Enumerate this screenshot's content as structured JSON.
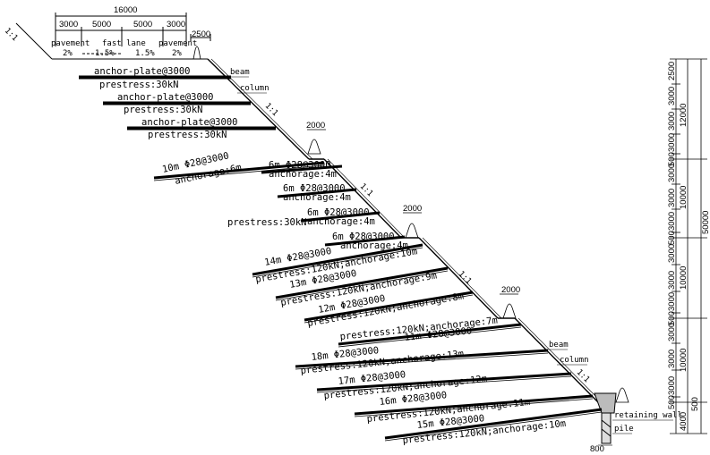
{
  "top_dims": {
    "total": "16000",
    "segments": [
      "3000",
      "5000",
      "5000",
      "3000"
    ],
    "right": "2500"
  },
  "road_labels": {
    "pavement_left": "pavement",
    "fast_lane": "fast lane",
    "pavement_right": "pavement",
    "slopes": [
      "2%",
      "1.5%",
      "1.5%",
      "2%"
    ]
  },
  "slope_labels": [
    "1:1",
    "1:1",
    "1:1",
    "1:1",
    "1:1"
  ],
  "structure_labels": {
    "beam_top": "beam",
    "column_top": "column",
    "beam_bottom": "beam",
    "column_bottom": "column",
    "retaining_wall": "retaining wall",
    "pile": "pile",
    "pile_width": "800"
  },
  "berm_widths": [
    "2000",
    "2000",
    "2000"
  ],
  "upper_anchors": [
    {
      "label": "anchor-plate@3000",
      "prestress": "prestress:30kN"
    },
    {
      "label": "anchor-plate@3000",
      "prestress": "prestress:30kN"
    },
    {
      "label": "anchor-plate@3000",
      "prestress": "prestress:30kN"
    }
  ],
  "nail_10m": {
    "label": "10m Φ28@3000",
    "anchorage": "anchorage:6m"
  },
  "short_nails": [
    {
      "label": "6m Φ28@3000",
      "anchorage": "anchorage:4m"
    },
    {
      "label": "6m Φ28@3000",
      "anchorage": "anchorage:4m"
    },
    {
      "label": "6m Φ28@3000",
      "anchorage": "anchorage:4m"
    },
    {
      "label": "6m Φ28@3000",
      "anchorage": "anchorage:4m"
    }
  ],
  "prestress_mid": "prestress:30kN",
  "long_anchors": [
    {
      "label": "14m Φ28@3000",
      "detail": "prestress:120kN;anchorage:10m"
    },
    {
      "label": "13m Φ28@3000",
      "detail": "prestress:120kN;anchorage:9m"
    },
    {
      "label": "12m Φ28@3000",
      "detail": "prestress:120kN;anchorage:8m"
    },
    {
      "label": "11m Φ28@3000",
      "detail": "prestress:120kN;anchorage:7m"
    },
    {
      "label": "18m Φ28@3000",
      "detail": "prestress:120kN;anchorage:13m"
    },
    {
      "label": "17m Φ28@3000",
      "detail": "prestress:120kN;anchorage:12m"
    },
    {
      "label": "16m Φ28@3000",
      "detail": "prestress:120kN;anchorage:11m"
    },
    {
      "label": "15m Φ28@3000",
      "detail": "prestress:120kN;anchorage:10m"
    }
  ],
  "right_dims": [
    "2500",
    "3000",
    "3000",
    "12000",
    "3000",
    "500",
    "3000",
    "3000",
    "10000",
    "3000",
    "500",
    "3000",
    "3000",
    "10000",
    "3000",
    "500",
    "3000",
    "3000",
    "10000",
    "3000",
    "500",
    "4000",
    "500",
    "50000"
  ]
}
